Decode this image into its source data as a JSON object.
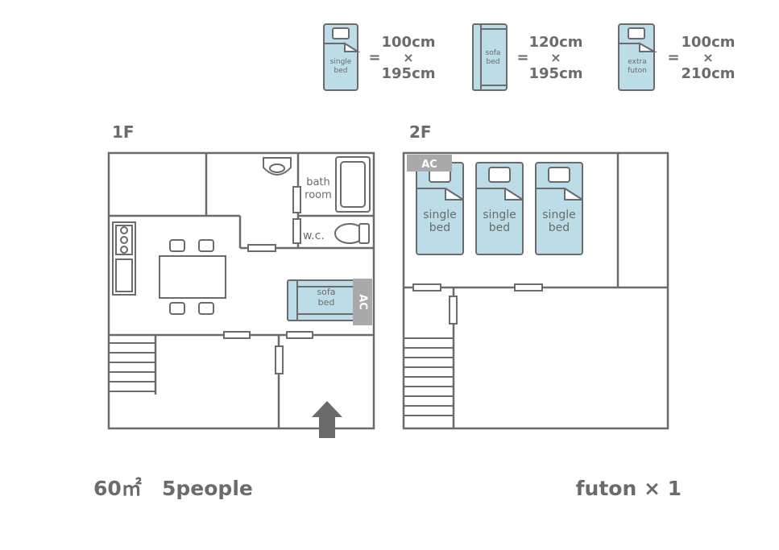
{
  "legend": {
    "single_bed": {
      "label_line1": "single",
      "label_line2": "bed",
      "equals": "=",
      "w": "100cm",
      "x": "×",
      "h": "195cm"
    },
    "sofa_bed": {
      "label_line1": "sofa",
      "label_line2": "bed",
      "equals": "=",
      "w": "120cm",
      "x": "×",
      "h": "195cm"
    },
    "extra_futon": {
      "label_line1": "extra",
      "label_line2": "futon",
      "equals": "=",
      "w": "100cm",
      "x": "×",
      "h": "210cm"
    }
  },
  "floor1": {
    "title": "1F",
    "bath_line1": "bath",
    "bath_line2": "room",
    "wc": "w.c.",
    "sofa_line1": "sofa",
    "sofa_line2": "bed",
    "ac": "AC"
  },
  "floor2": {
    "title": "2F",
    "ac": "AC",
    "bed_line1": "single",
    "bed_line2": "bed"
  },
  "footer": {
    "area": "60㎡",
    "people": "5people",
    "futon": "futon × 1"
  },
  "colors": {
    "wall": "#6b6b6b",
    "bed_fill": "#bcdde8",
    "ac_fill": "#a9a9a9",
    "text": "#6b6b6b"
  }
}
